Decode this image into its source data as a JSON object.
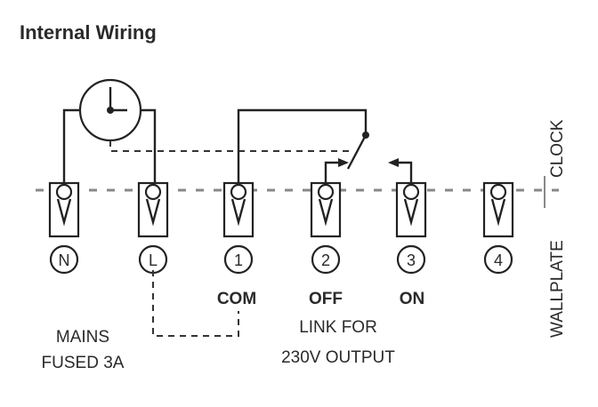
{
  "title": "Internal Wiring",
  "terminals": [
    {
      "id": "N",
      "label": "N"
    },
    {
      "id": "L",
      "label": "L"
    },
    {
      "id": "1",
      "label": "1",
      "sub": "COM"
    },
    {
      "id": "2",
      "label": "2",
      "sub": "OFF"
    },
    {
      "id": "3",
      "label": "3",
      "sub": "ON"
    },
    {
      "id": "4",
      "label": "4"
    }
  ],
  "mains_note": [
    "MAINS",
    "FUSED 3A"
  ],
  "link_note": [
    "LINK FOR",
    "230V OUTPUT"
  ],
  "side_labels": {
    "clock": "CLOCK",
    "wallplate": "WALLPLATE"
  }
}
